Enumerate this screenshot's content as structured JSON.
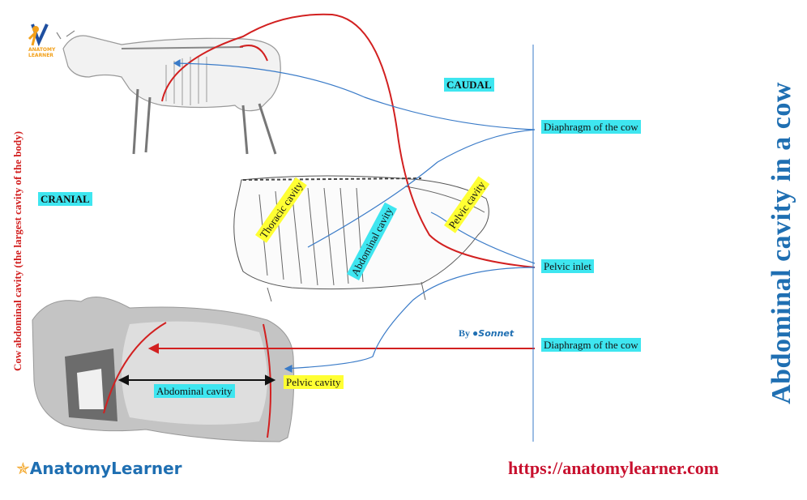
{
  "title": "Abdominal cavity in a cow",
  "side_title": "Cow abdominal cavity (the largest cavity of the body)",
  "orientation": {
    "caudal": "CAUDAL",
    "cranial": "CRANIAL"
  },
  "callouts": {
    "diaphragm_top": "Diaphragm of the cow",
    "pelvic_inlet": "Pelvic inlet",
    "diaphragm_bottom": "Diaphragm of the cow"
  },
  "mid_labels": {
    "thoracic": "Thoracic cavity",
    "abdominal": "Abdominal cavity",
    "pelvic": "Pelvic cavity"
  },
  "bottom_labels": {
    "abdominal": "Abdominal cavity",
    "pelvic": "Pelvic cavity"
  },
  "byline": {
    "prefix": "By",
    "name": "Sonnet"
  },
  "url": "https://anatomylearner.com",
  "logo": {
    "part1": "Anatomy",
    "part2": "Learner",
    "small_line1": "ANATOMY",
    "small_line2": "LEARNER"
  },
  "colors": {
    "title_blue": "#1f6fb2",
    "red": "#d22020",
    "cyan": "#3ee6f0",
    "yellow": "#ffff33"
  }
}
